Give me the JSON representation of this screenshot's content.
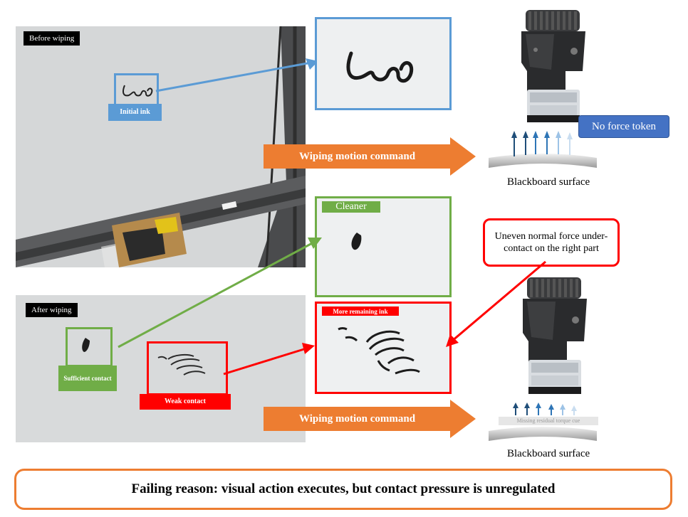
{
  "top_panel": {
    "photo_tag": "Before wiping",
    "ink_label": "Initial ink",
    "command": "Wiping motion command",
    "token": "No force token",
    "surface": "Blackboard surface"
  },
  "middle_panel": {
    "cleaner_label": "Cleaner",
    "remaining_label": "More remaining ink",
    "callout": "Uneven normal force under-contact on the right part"
  },
  "bottom_panel": {
    "photo_tag": "After wiping",
    "sufficient_label": "Sufficient contact",
    "weak_label": "Weak contact",
    "command": "Wiping motion command",
    "missing_cue": "Missing residual torque cue",
    "surface": "Blackboard surface"
  },
  "footer": {
    "reason": "Failing reason: visual action executes, but contact pressure is unregulated"
  },
  "colors": {
    "blue": "#5b9bd5",
    "green": "#70ad47",
    "red": "#ff0000",
    "orange": "#ed7d31",
    "token_bg": "#4472c4"
  }
}
